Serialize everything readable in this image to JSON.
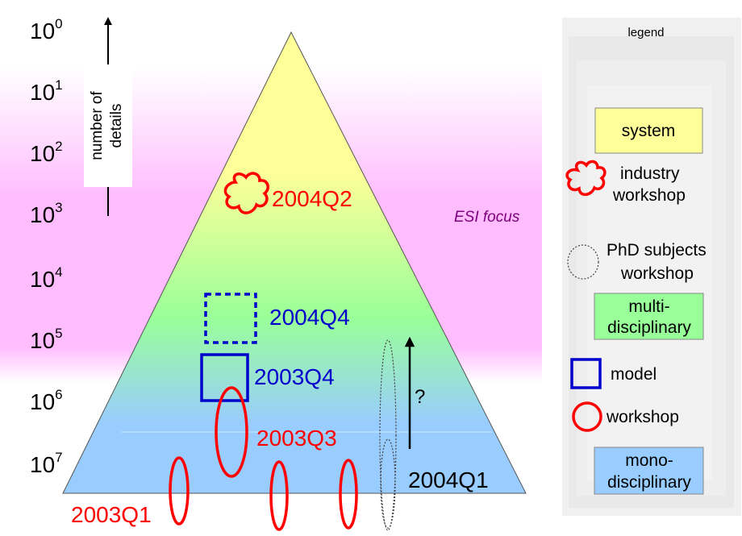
{
  "axis": {
    "tick_labels": [
      {
        "base": "10",
        "exp": "0"
      },
      {
        "base": "10",
        "exp": "1"
      },
      {
        "base": "10",
        "exp": "2"
      },
      {
        "base": "10",
        "exp": "3"
      },
      {
        "base": "10",
        "exp": "4"
      },
      {
        "base": "10",
        "exp": "5"
      },
      {
        "base": "10",
        "exp": "6"
      },
      {
        "base": "10",
        "exp": "7"
      }
    ],
    "label_line1": "number of",
    "label_line2": "details"
  },
  "focus_band": {
    "label": "ESI focus",
    "color": "#ff99ff"
  },
  "milestones": {
    "q2_2004": "2004Q2",
    "q4_2004": "2004Q4",
    "q4_2003": "2003Q4",
    "q3_2003": "2003Q3",
    "q1_2004": "2004Q1",
    "q1_2003": "2003Q1",
    "question": "?"
  },
  "legend": {
    "title": "legend",
    "system": "system",
    "industry_line1": "industry",
    "industry_line2": "workshop",
    "phd_line1": "PhD subjects",
    "phd_line2": "workshop",
    "multi_line1": "multi-",
    "multi_line2": "disciplinary",
    "model": "model",
    "workshop": "workshop",
    "mono_line1": "mono-",
    "mono_line2": "disciplinary"
  },
  "colors": {
    "red": "#ff0000",
    "blue": "#0000cc",
    "system": "#ffff99",
    "multi": "#99ff99",
    "mono": "#99ccff",
    "purple": "#800080"
  }
}
